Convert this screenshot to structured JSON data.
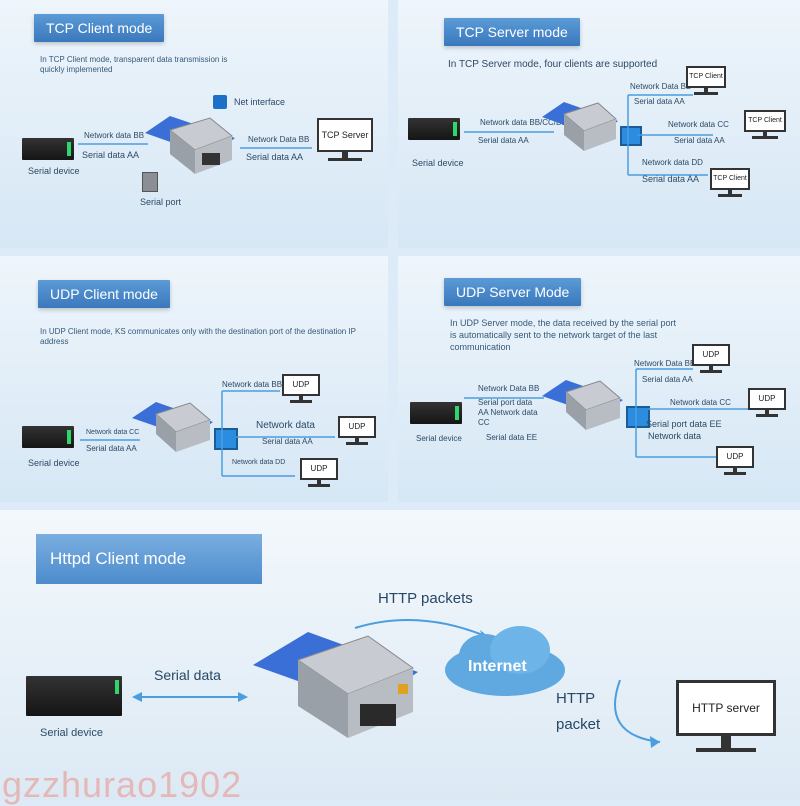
{
  "tcp_client": {
    "title": "TCP Client mode",
    "desc": "In TCP Client mode, transparent data transmission is quickly implemented",
    "net_interface": "Net interface",
    "network_bb_left": "Network data BB",
    "serial_aa_left": "Serial data AA",
    "network_bb_right": "Network Data BB",
    "serial_aa_right": "Serial data AA",
    "serial_device": "Serial device",
    "serial_port": "Serial port",
    "server": "TCP Server"
  },
  "tcp_server": {
    "title": "TCP Server mode",
    "desc": "In TCP Server mode, four clients are supported",
    "network_left": "Network data BB/CC/DD",
    "serial_left": "Serial data AA",
    "serial_device": "Serial device",
    "net_bb": "Network Data BB",
    "serial_aa_1": "Serial data AA",
    "net_cc": "Network data CC",
    "serial_aa_2": "Serial data AA",
    "net_dd": "Network data DD",
    "serial_aa_3": "Serial data AA",
    "client_1": "TCP Client",
    "client_2": "TCP Client",
    "client_3": "TCP Client"
  },
  "udp_client": {
    "title": "UDP Client mode",
    "desc": "In UDP Client mode, KS communicates only with the destination port of the destination IP address",
    "network_cc": "Network data CC",
    "serial_aa": "Serial data AA",
    "serial_device": "Serial device",
    "net_bb": "Network data BB",
    "net_data": "Network data",
    "serial_aa_2": "Serial data AA",
    "net_dd": "Network data DD",
    "udp_1": "UDP",
    "udp_2": "UDP",
    "udp_3": "UDP"
  },
  "udp_server": {
    "title": "UDP Server Mode",
    "desc": "In UDP Server mode, the data received by the serial port is automatically sent to the network target of the last communication",
    "net_bb_left": "Network Data BB",
    "serial_port_data": "Serial port data",
    "aa_network": "AA Network data",
    "cc": "CC",
    "serial_ee": "Serial data EE",
    "serial_device": "Serial device",
    "net_bb": "Network Data BB",
    "serial_aa": "Serial data AA",
    "net_cc": "Network data CC",
    "serial_ee_right": "Serial port data EE",
    "net_data": "Network data",
    "udp_1": "UDP",
    "udp_2": "UDP",
    "udp_3": "UDP"
  },
  "httpd": {
    "title": "Httpd Client mode",
    "http_packets": "HTTP packets",
    "internet": "Internet",
    "serial_data": "Serial data",
    "serial_device": "Serial device",
    "http": "HTTP",
    "packet": "packet",
    "server": "HTTP server"
  },
  "watermark": "gzzhurao1902",
  "colors": {
    "accent": "#3a78bd",
    "switch": "#2c8de0",
    "arrow": "#4a9ee0",
    "cloud": "#5fa8e0"
  }
}
